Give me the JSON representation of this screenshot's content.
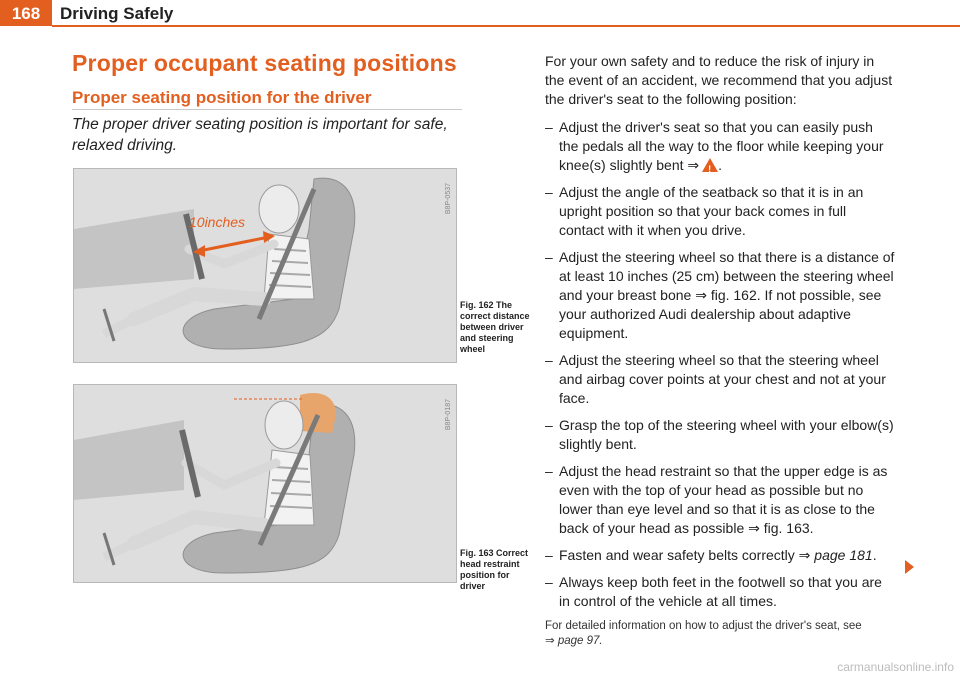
{
  "header": {
    "page_number": "168",
    "title": "Driving Safely"
  },
  "section_title": "Proper occupant seating positions",
  "subsection_title": "Proper seating position for the driver",
  "intro": "The proper driver seating position is important for safe, relaxed driving.",
  "figures": [
    {
      "code": "B8P-0537",
      "label": "10inches",
      "caption_num": "Fig. 162",
      "caption": "The correct distance between driver and steering wheel"
    },
    {
      "code": "B8P-0187",
      "caption_num": "Fig. 163",
      "caption": "Correct head restraint position for driver"
    }
  ],
  "body": {
    "lead": "For your own safety and to reduce the risk of injury in the event of an accident, we recommend that you adjust the driver's seat to the following position:",
    "items": [
      "Adjust the driver's seat so that you can easily push the pedals all the way to the floor while keeping your knee(s) slightly bent ⇒",
      "Adjust the angle of the seatback so that it is in an upright position so that your back comes in full contact with it when you drive.",
      "Adjust the steering wheel so that there is a distance of at least 10 inches (25 cm) between the steering wheel and your breast bone ⇒ fig. 162. If not possible, see your authorized Audi dealership about adaptive equipment.",
      "Adjust the steering wheel so that the steering wheel and airbag cover points at your chest and not at your face.",
      "Grasp the top of the steering wheel with your elbow(s) slightly bent.",
      "Adjust the head restraint so that the upper edge is as even with the top of your head as possible but no lower than eye level and so that it is as close to the back of your head as possible ⇒ fig. 163.",
      "Fasten and wear safety belts correctly ⇒ ",
      "Always keep both feet in the footwell so that you are in control of the vehicle at all times."
    ],
    "item7_ref": "page 181",
    "note": "For detailed information on how to adjust the driver's seat, see",
    "note_ref": "⇒ page 97."
  },
  "watermark": "carmanualsonline.info",
  "colors": {
    "accent": "#e35f1f",
    "figure_bg": "#e0e0e0"
  }
}
